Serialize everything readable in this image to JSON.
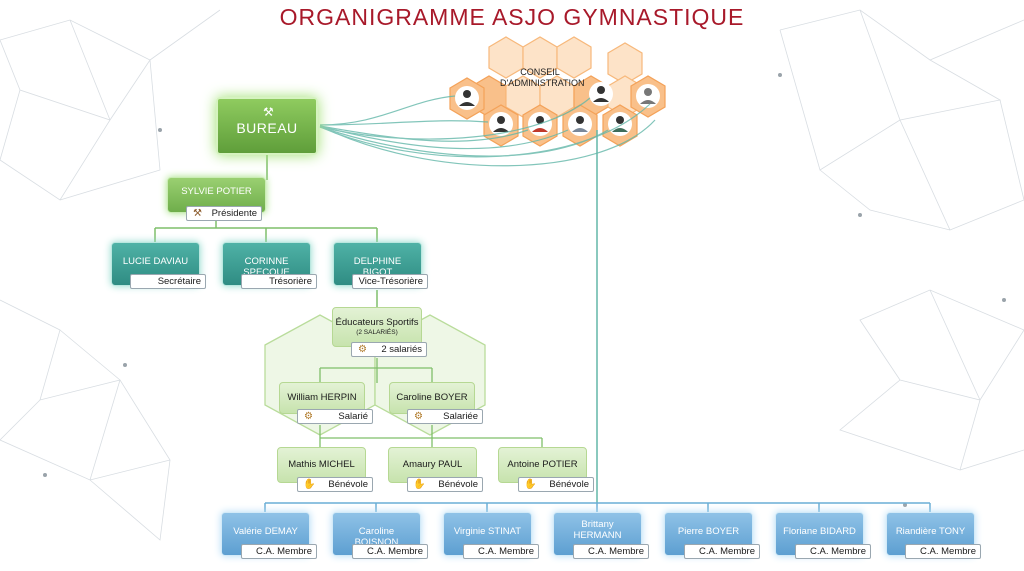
{
  "title": "ORGANIGRAMME ASJO GYMNASTIQUE",
  "conseil": {
    "label": "CONSEIL\nD'ADMINISTRATION",
    "icon": "person-icon"
  },
  "bureau": {
    "label": "BUREAU",
    "icon": "gavel-icon"
  },
  "president": {
    "name": "SYLVIE POTIER",
    "role": "Présidente",
    "icon": "gavel-icon"
  },
  "officers": [
    {
      "name": "LUCIE DAVIAU",
      "role": "Secrétaire"
    },
    {
      "name": "CORINNE SPECQUE",
      "role": "Trésorière"
    },
    {
      "name": "DELPHINE BIGOT",
      "role": "Vice-Trésorière"
    }
  ],
  "educateurs": {
    "name": "Éducateurs Sportifs",
    "sub": "(2 SALARIÉS)",
    "role": "2 salariés",
    "icon": "gear-icon"
  },
  "salaries": [
    {
      "name": "William HERPIN",
      "role": "Salarié",
      "icon": "gear-icon"
    },
    {
      "name": "Caroline BOYER",
      "role": "Salariée",
      "icon": "gear-icon"
    }
  ],
  "benevoles": [
    {
      "name": "Mathis MICHEL",
      "role": "Bénévole",
      "icon": "hand-icon"
    },
    {
      "name": "Amaury PAUL",
      "role": "Bénévole",
      "icon": "hand-icon"
    },
    {
      "name": "Antoine POTIER",
      "role": "Bénévole",
      "icon": "hand-icon"
    }
  ],
  "membres": [
    {
      "name": "Valérie DEMAY",
      "role": "C.A. Membre"
    },
    {
      "name": "Caroline BOISNON",
      "role": "C.A. Membre"
    },
    {
      "name": "Virginie STINAT",
      "role": "C.A. Membre"
    },
    {
      "name": "Brittany HERMANN",
      "role": "C.A. Membre"
    },
    {
      "name": "Pierre BOYER",
      "role": "C.A. Membre"
    },
    {
      "name": "Floriane BIDARD",
      "role": "C.A. Membre"
    },
    {
      "name": "Riandière TONY",
      "role": "C.A. Membre"
    }
  ],
  "colors": {
    "title": "#a8192a",
    "green": "#6fae4b",
    "teal": "#2f8c83",
    "blue": "#5d9fd1",
    "orange": "#f6a04d"
  }
}
